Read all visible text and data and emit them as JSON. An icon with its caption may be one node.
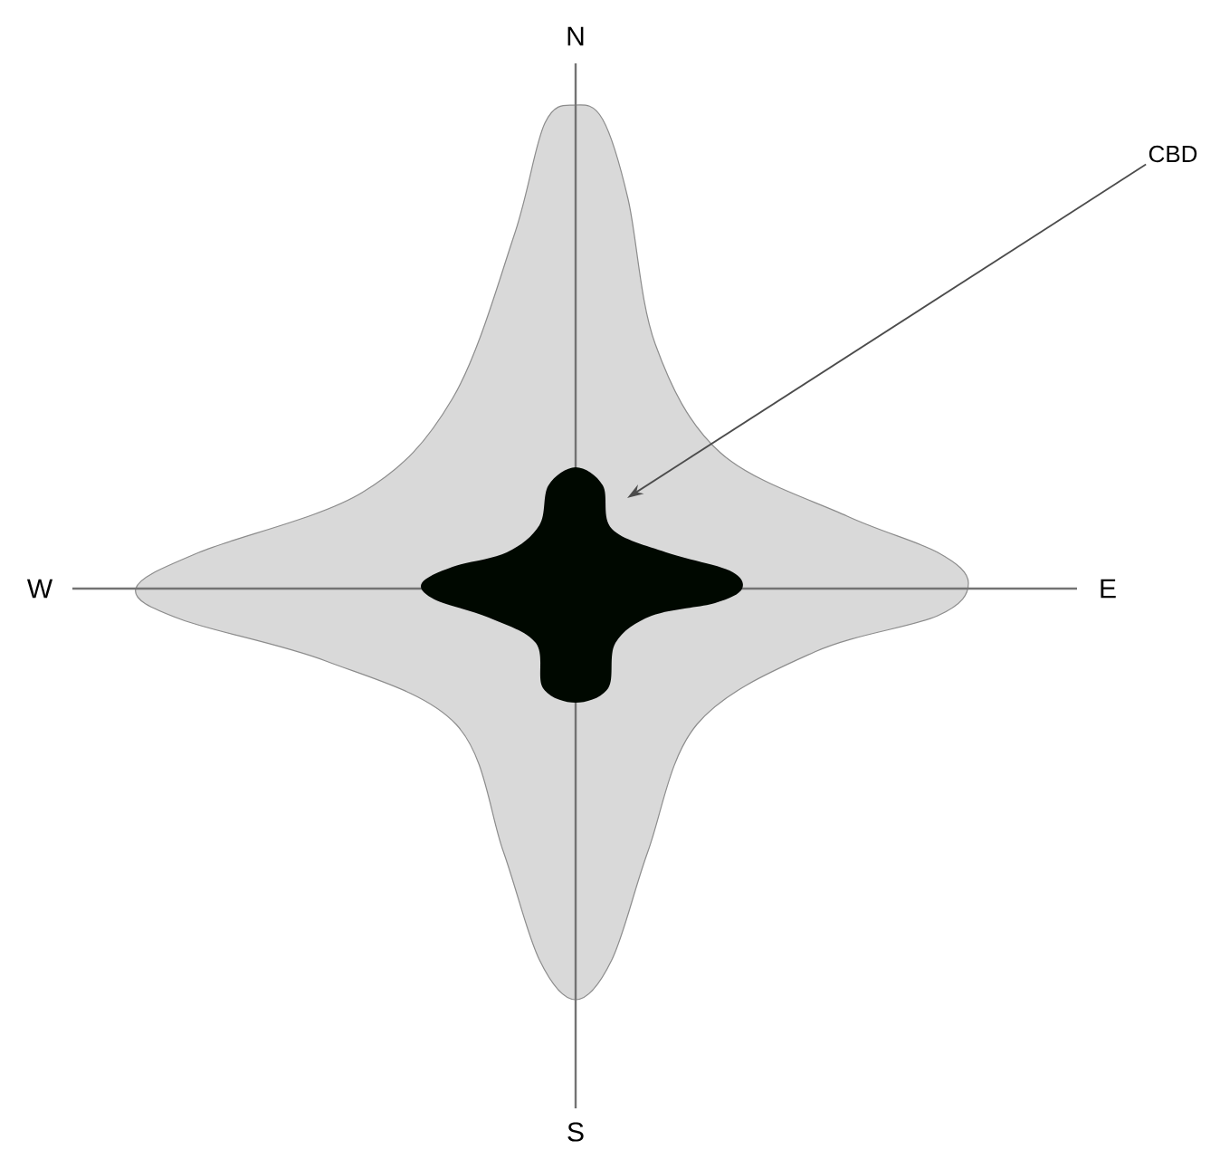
{
  "diagram": {
    "nodes": [
      {
        "text": [
          "CBD"
        ]
      },
      {
        "text": [],
        "shape": "blob"
      }
    ],
    "edges": [
      {
        "from": 0,
        "to": 1,
        "arrow": "to"
      }
    ],
    "labels": [
      "N",
      "W",
      "E",
      "S"
    ]
  }
}
